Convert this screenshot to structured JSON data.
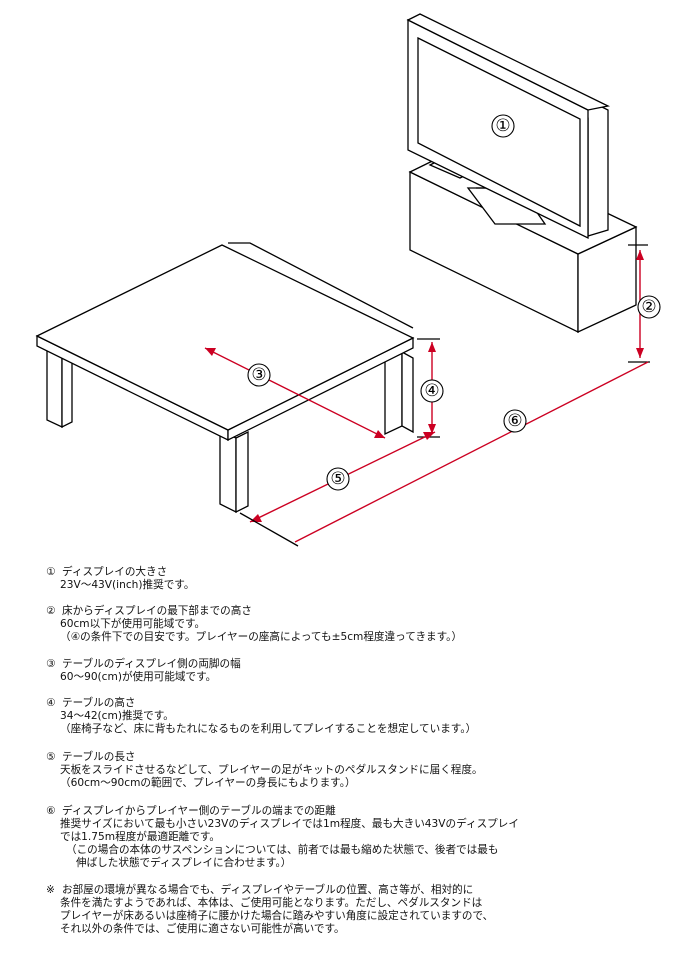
{
  "diagram": {
    "markers": [
      "①",
      "②",
      "③",
      "④",
      "⑤",
      "⑥"
    ]
  },
  "notes": [
    {
      "num": "①",
      "title": "ディスプレイの大きさ",
      "lines": [
        "23V～43V(inch)推奨です。"
      ]
    },
    {
      "num": "②",
      "title": "床からディスプレイの最下部までの高さ",
      "lines": [
        "60cm以下が使用可能域です。"
      ],
      "sub": [
        "（④の条件下での目安です。プレイヤーの座高によっても±5cm程度違ってきます。）"
      ]
    },
    {
      "num": "③",
      "title": "テーブルのディスプレイ側の両脚の幅",
      "lines": [
        "60～90(cm)が使用可能域です。"
      ]
    },
    {
      "num": "④",
      "title": "テーブルの高さ",
      "lines": [
        "34～42(cm)推奨です。"
      ],
      "sub": [
        "（座椅子など、床に背もたれになるものを利用してプレイすることを想定しています。）"
      ]
    },
    {
      "num": "⑤",
      "title": "テーブルの長さ",
      "lines": [
        "天板をスライドさせるなどして、プレイヤーの足がキットのペダルスタンドに届く程度。"
      ],
      "sub": [
        "（60cm～90cmの範囲で、プレイヤーの身長にもよります。）"
      ]
    },
    {
      "num": "⑥",
      "title": "ディスプレイからプレイヤー側のテーブルの端までの距離",
      "lines": [
        "推奨サイズにおいて最も小さい23Vのディスプレイでは1m程度、最も大きい43Vのディスプレイ",
        "では1.75m程度が最適距離です。"
      ],
      "sub": [
        "（この場合の本体のサスペンションについては、前者では最も縮めた状態で、後者では最も"
      ],
      "sub2": [
        "伸ばした状態でディスプレイに合わせます。）"
      ]
    },
    {
      "num": "※",
      "title": "お部屋の環境が異なる場合でも、ディスプレイやテーブルの位置、高さ等が、相対的に",
      "lines": [
        "条件を満たすようであれば、本体は、ご使用可能となります。ただし、ペダルスタンドは",
        "プレイヤーが床あるいは座椅子に腰かけた場合に踏みやすい角度に設定されていますので、",
        "それ以外の条件では、ご使用に適さない可能性が高いです。"
      ]
    }
  ]
}
